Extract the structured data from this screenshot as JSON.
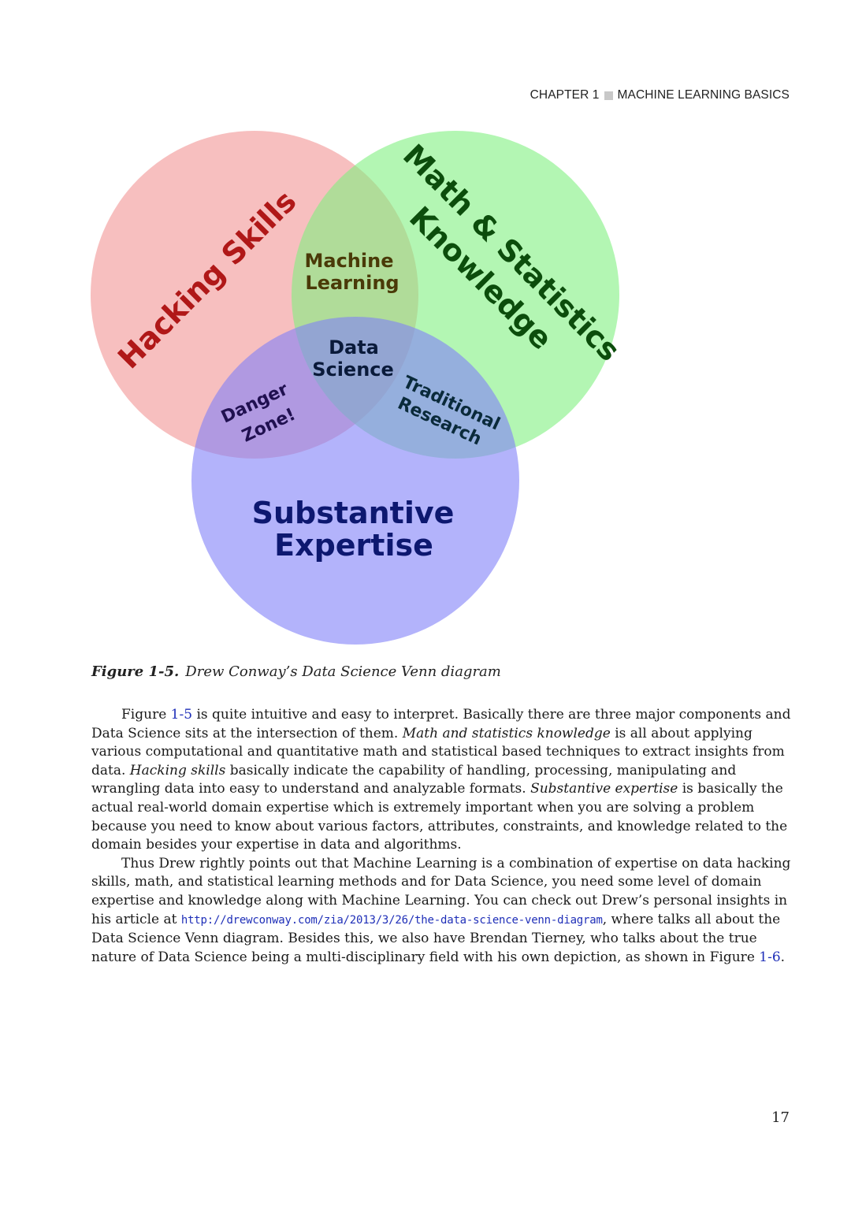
{
  "header": {
    "chapter": "CHAPTER 1",
    "section": "MACHINE LEARNING BASICS"
  },
  "diagram": {
    "labels": {
      "hacking": "Hacking Skills",
      "math_line1": "Math & Statistics",
      "math_line2": "Knowledge",
      "substantive_line1": "Substantive",
      "substantive_line2": "Expertise",
      "ml_line1": "Machine",
      "ml_line2": "Learning",
      "ds_line1": "Data",
      "ds_line2": "Science",
      "danger_line1": "Danger",
      "danger_line2": "Zone!",
      "trad_line1": "Traditional",
      "trad_line2": "Research"
    },
    "colors": {
      "hacking_circle": "#f08080",
      "math_circle": "#80f080",
      "substantive_circle": "#8080f8",
      "hacking_text": "#b01818",
      "math_text": "#0c4d0c",
      "substantive_text": "#0d1870",
      "ml_text": "#4a3a08",
      "inner_text": "#0a1a3a"
    }
  },
  "caption": {
    "number": "Figure 1-5.",
    "text": "Drew Conway’s Data Science Venn diagram"
  },
  "body": {
    "p1": {
      "t1": "Figure ",
      "ref": "1-5",
      "t2": " is quite intuitive and easy to interpret. Basically there are three major components and Data Science sits at the intersection of them. ",
      "em1": "Math and statistics knowledge",
      "t3": " is all about applying various computational and quantitative math and statistical based techniques to extract insights from data. ",
      "em2": "Hacking skills",
      "t4": " basically indicate the capability of handling, processing, manipulating and wrangling data into easy to understand and analyzable formats. ",
      "em3": "Substantive expertise",
      "t5": " is basically the actual real-world domain expertise which is extremely important when you are solving a problem because you need to know about various factors, attributes, constraints, and knowledge related to the domain besides your expertise in data and algorithms."
    },
    "p2": {
      "t1": "Thus Drew rightly points out that Machine Learning is a combination of expertise on data hacking skills, math, and statistical learning methods and for Data Science, you need some level of domain expertise and knowledge along with Machine Learning. You can check out Drew’s personal insights in his article at ",
      "url": "http://drewconway.com/zia/2013/3/26/the-data-science-venn-diagram",
      "t2": ", where talks all about the Data Science Venn diagram. Besides this, we also have Brendan Tierney, who talks about the true nature of Data Science being a multi-disciplinary field with his own depiction, as shown in Figure ",
      "ref": "1-6",
      "t3": "."
    }
  },
  "page_number": "17"
}
